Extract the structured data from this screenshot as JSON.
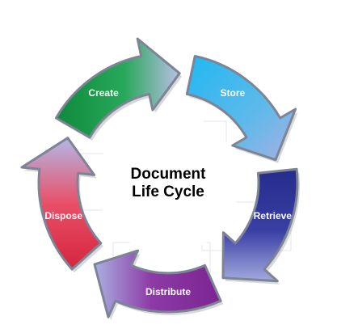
{
  "diagram": {
    "title_line1": "Document",
    "title_line2": "Life Cycle",
    "stages": [
      {
        "label": "Create",
        "color": "#1a9a4a"
      },
      {
        "label": "Store",
        "color": "#1ab0ee"
      },
      {
        "label": "Retrieve",
        "color": "#2a3196"
      },
      {
        "label": "Distribute",
        "color": "#8a2c96"
      },
      {
        "label": "Dispose",
        "color": "#e8344a"
      }
    ]
  }
}
